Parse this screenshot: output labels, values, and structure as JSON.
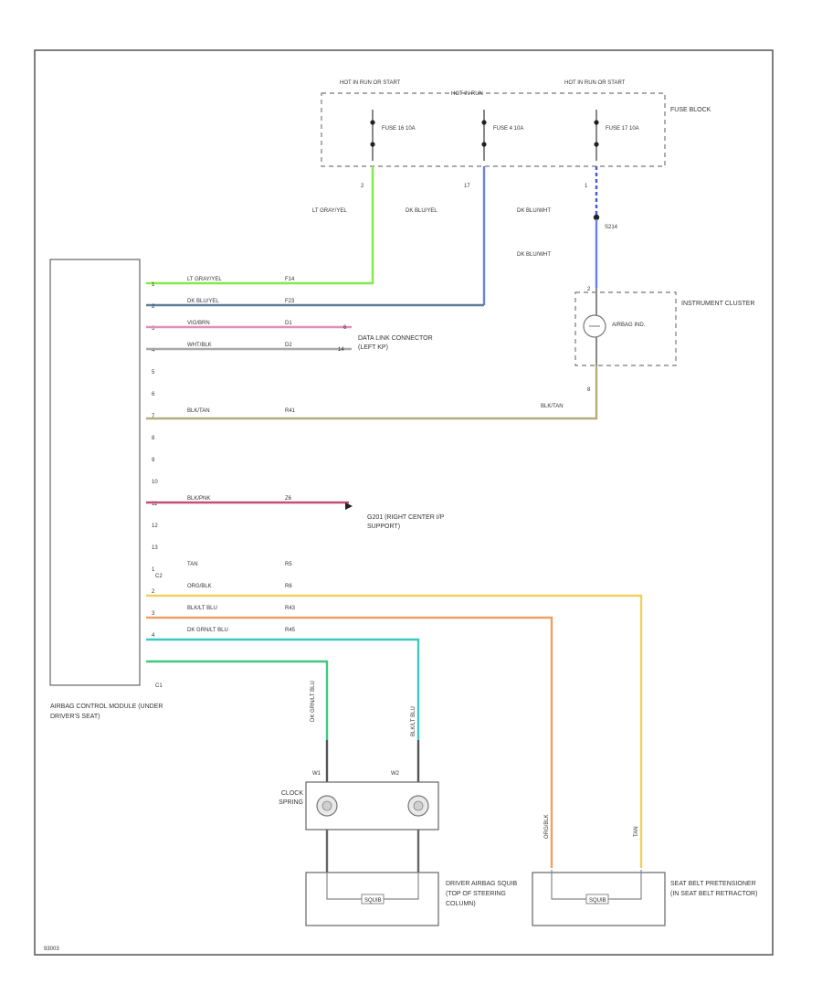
{
  "colors": {
    "lt_gray_yel": "#86e84a",
    "dk_blu_yel": "#6f7fe0",
    "blu_dashed": "#4a55d8",
    "dk_blu_yel_h": "#5a7d9a",
    "vio_brn": "#e090b8",
    "wht_blk": "#a8a8a8",
    "blk_tan": "#b0ae80",
    "blk_pnk": "#c25070",
    "tan": "#f0d060",
    "org_blk": "#f0a060",
    "blk_lt_blu": "#40c8c0",
    "dk_grn_lt_blu": "#40c880",
    "gray_trace": "#888888",
    "dk_trace": "#555555"
  },
  "fuse_block": {
    "hdr_left": "HOT IN RUN OR START",
    "hdr_mid": "HOT IN RUN",
    "hdr_right": "HOT IN RUN OR START",
    "label": "FUSE BLOCK",
    "fuses": [
      {
        "name": "FUSE 16 10A",
        "pin": "2"
      },
      {
        "name": "FUSE 4 10A",
        "pin": "17"
      },
      {
        "name": "FUSE 17 10A",
        "pin": "1"
      }
    ]
  },
  "vertical_wires": {
    "a": "LT GRAY/YEL",
    "b": "DK BLU/YEL",
    "c1": "DK BLU/WHT",
    "c2": "DK BLU/WHT",
    "splice": "S214"
  },
  "instrument_cluster": {
    "label": "INSTRUMENT CLUSTER",
    "lamp": "AIRBAG IND.",
    "pin_top": "2",
    "pin_bottom": "8",
    "return_wire": "BLK/TAN"
  },
  "acm": {
    "label": "AIRBAG CONTROL MODULE (UNDER DRIVER'S SEAT)",
    "connector_top": "C2",
    "connector_bottom": "C1"
  },
  "rows": [
    {
      "pin": "1",
      "wire": "LT GRAY/YEL",
      "circuit": "F14"
    },
    {
      "pin": "2",
      "wire": "DK BLU/YEL",
      "circuit": "F23"
    },
    {
      "pin": "3",
      "wire": "VIO/BRN",
      "circuit": "D1"
    },
    {
      "pin": "4",
      "wire": "WHT/BLK",
      "circuit": "D2"
    },
    {
      "pin": "5",
      "wire": "",
      "circuit": ""
    },
    {
      "pin": "6",
      "wire": "",
      "circuit": ""
    },
    {
      "pin": "7",
      "wire": "BLK/TAN",
      "circuit": "R41"
    },
    {
      "pin": "8",
      "wire": "",
      "circuit": ""
    },
    {
      "pin": "9",
      "wire": "",
      "circuit": ""
    },
    {
      "pin": "10",
      "wire": "",
      "circuit": ""
    },
    {
      "pin": "11",
      "wire": "BLK/PNK",
      "circuit": "Z6"
    },
    {
      "pin": "12",
      "wire": "",
      "circuit": ""
    },
    {
      "pin": "13",
      "wire": "",
      "circuit": ""
    },
    {
      "pin": "1",
      "wire": "TAN",
      "circuit": "R5"
    },
    {
      "pin": "2",
      "wire": "ORG/BLK",
      "circuit": "R6"
    },
    {
      "pin": "3",
      "wire": "BLK/LT BLU",
      "circuit": "R43"
    },
    {
      "pin": "4",
      "wire": "DK GRN/LT BLU",
      "circuit": "R45"
    }
  ],
  "data_link": {
    "label": "DATA LINK CONNECTOR (LEFT KP)",
    "pin_a": "6",
    "pin_b": "14"
  },
  "ground": {
    "label": "G201 (RIGHT CENTER I/P SUPPORT)"
  },
  "clock_spring": {
    "label": "CLOCK SPRING",
    "left_conn": "W1",
    "right_conn": "W2",
    "left_wire": "DK GRN/LT BLU",
    "right_wire": "BLK/LT BLU"
  },
  "driver_airbag": {
    "label": "DRIVER AIRBAG SQUIB (TOP OF STEERING COLUMN)",
    "element": "SQUIB"
  },
  "pretensioner": {
    "label": "SEAT BELT PRETENSIONER (IN SEAT BELT RETRACTOR)",
    "element": "SQUIB",
    "wire_left": "ORG/BLK",
    "wire_right": "TAN"
  },
  "footer": "93003"
}
